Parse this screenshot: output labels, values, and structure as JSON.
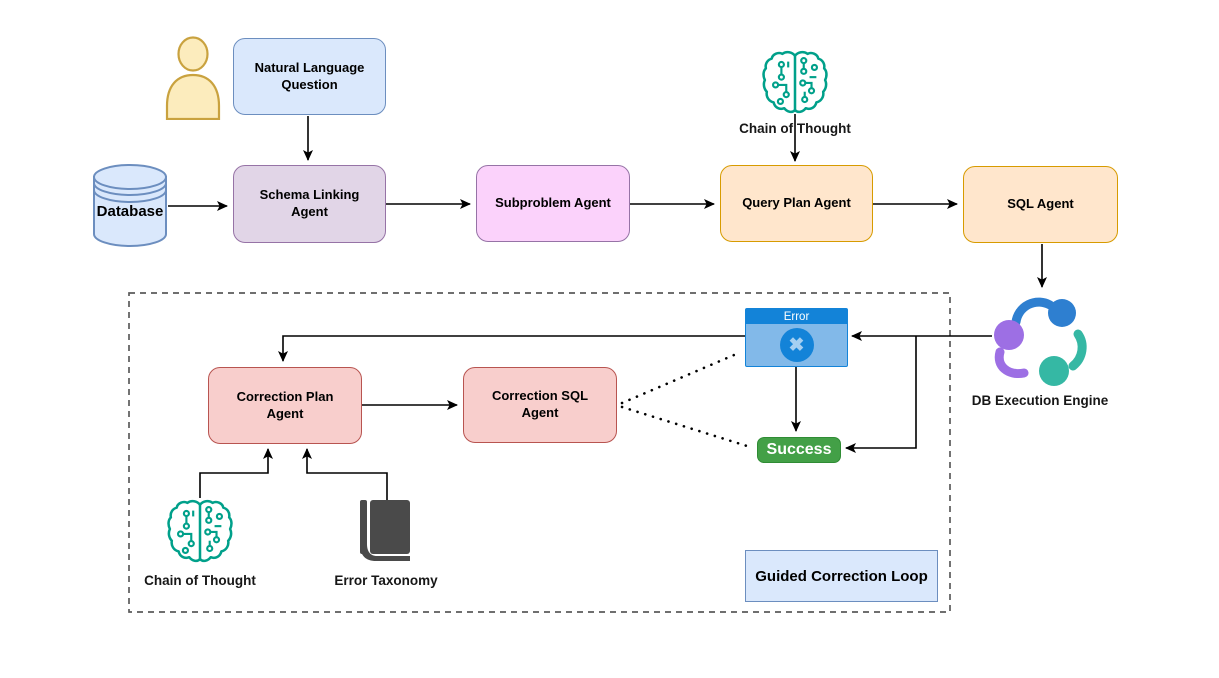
{
  "diagram": {
    "boxes": {
      "natural_language_question": "Natural Language Question",
      "database": "Database",
      "schema_linking_agent": "Schema Linking Agent",
      "subproblem_agent": "Subproblem Agent",
      "query_plan_agent": "Query Plan Agent",
      "sql_agent": "SQL Agent",
      "correction_plan_agent": "Correction Plan Agent",
      "correction_sql_agent": "Correction SQL Agent",
      "guided_correction_loop": "Guided Correction Loop"
    },
    "labels": {
      "chain_of_thought_top": "Chain of Thought",
      "chain_of_thought_bottom": "Chain of Thought",
      "error_taxonomy": "Error Taxonomy",
      "db_execution_engine": "DB Execution Engine"
    },
    "status": {
      "error_title": "Error",
      "error_glyph": "✖",
      "success": "Success"
    },
    "icons": {
      "person": "user-person-icon",
      "database": "database-cylinder-icon",
      "chain_of_thought": "circuit-brain-icon",
      "db_execution_engine": "three-node-cycle-icon",
      "error_taxonomy": "book-icon",
      "error": "x-circle-icon"
    },
    "colors": {
      "blue_fill": "#DAE8FC",
      "blue_stroke": "#6C8EBF",
      "lavender_fill": "#E1D5E7",
      "lavender_stroke": "#9673A6",
      "pink_fill": "#FBD2FB",
      "pink_stroke": "#9673A6",
      "orange_fill": "#FFE6CC",
      "orange_stroke": "#D79B00",
      "red_fill": "#F8CECC",
      "red_stroke": "#B85450",
      "teal_brain": "#00A08A",
      "person_yellow_fill": "#FCECBD",
      "person_yellow_stroke": "#C9A23F",
      "error_blue": "#1383D8",
      "error_body_blue": "#82B9E9",
      "success_green": "#43A047",
      "book_gray": "#4A4A4A",
      "engine_blue": "#2E7FD0",
      "engine_purple": "#9D6FE4",
      "engine_teal": "#35B8A4",
      "connector_black": "#000000",
      "dashed_border_gray": "#5B5B5B"
    }
  }
}
